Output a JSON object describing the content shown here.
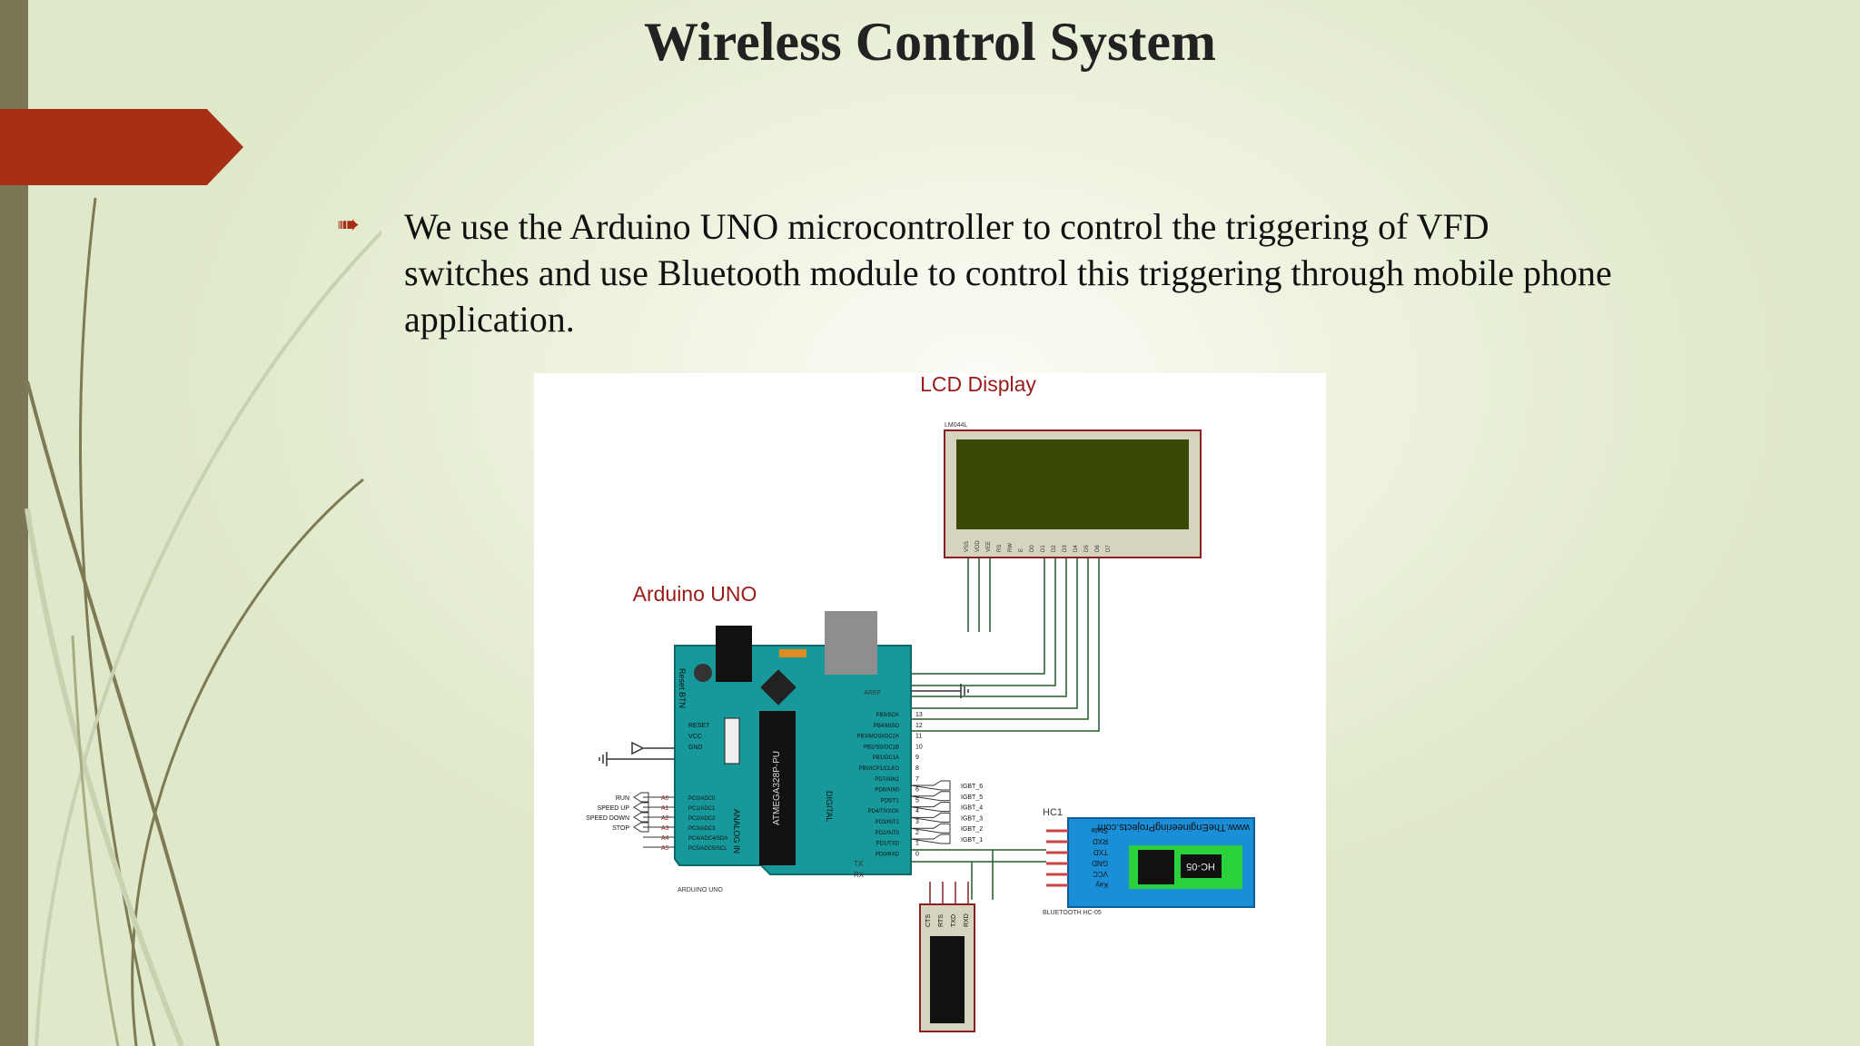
{
  "slide": {
    "title": "Wireless Control System",
    "bullet_icon": "arrow-bullet-icon",
    "bullet_text": "We use the Arduino UNO microcontroller to control the triggering of VFD switches and use Bluetooth module to control this triggering through mobile phone application."
  },
  "diagram": {
    "lcd_title": "LCD Display",
    "lcd_part": "LM044L",
    "lcd_pins": [
      "VSS",
      "VDD",
      "VEE",
      "RS",
      "RW",
      "E",
      "D0",
      "D1",
      "D2",
      "D3",
      "D4",
      "D5",
      "D6",
      "D7"
    ],
    "arduino_title": "Arduino UNO",
    "arduino_part": "ARDUINO UNO",
    "chip_label": "ATMEGA328P-PU",
    "reset_label": "Reset BTN",
    "analog_label": "ANALOG IN",
    "digital_label": "DIGITAL",
    "power_pins": [
      "RESET",
      "VCC",
      "GND"
    ],
    "aref_label": "AREF",
    "analog_pins": [
      "A0",
      "A1",
      "A2",
      "A3",
      "A4",
      "A5"
    ],
    "analog_inputs": [
      "RUN",
      "SPEED UP",
      "SPEED DOWN",
      "STOP"
    ],
    "digital_pins": [
      "13",
      "12",
      "11",
      "10",
      "9",
      "8",
      "7",
      "6",
      "5",
      "4",
      "3",
      "2",
      "1",
      "0"
    ],
    "digital_port_labels": [
      "PB5/SCK",
      "PB4/MISO",
      "PB3/MOSI/OC2A",
      "PB2/SS/OC1B",
      "PB1/OC1A",
      "PB0/ICP1/CLKO",
      "PD7/AIN1",
      "PD6/AIN0",
      "PD5/T1",
      "PD4/T0/XCK",
      "PD3/INT1",
      "PD2/INT0",
      "PD1/TXD",
      "PD0/RXD"
    ],
    "analog_port_labels": [
      "PC0/ADC0",
      "PC1/ADC1",
      "PC2/ADC2",
      "PC3/ADC3",
      "PC4/ADC4/SDA",
      "PC5/ADC5/SCL"
    ],
    "tx_label": "TX",
    "rx_label": "RX",
    "igbt_outputs": [
      "IGBT_6",
      "IGBT_5",
      "IGBT_4",
      "IGBT_3",
      "IGBT_2",
      "IGBT_1"
    ],
    "bt_ref": "HC1",
    "bt_part": "BLUETOOTH HC-05",
    "bt_text": "www.TheEngineeringProjects.com",
    "bt_module_label": "HC-05",
    "bt_pins": [
      "State",
      "RXD",
      "TXD",
      "GND",
      "VCC",
      "Key"
    ],
    "small_module_pins": [
      "CTS",
      "RTS",
      "TXD",
      "RXD"
    ],
    "colors": {
      "lcd_screen": "#3a4a06",
      "lcd_frame": "#d6d4bf",
      "arduino_board": "#17989a",
      "bt_board": "#1a8ed6",
      "wire": "#1f5d28",
      "label_red": "#9a1a1a"
    }
  }
}
